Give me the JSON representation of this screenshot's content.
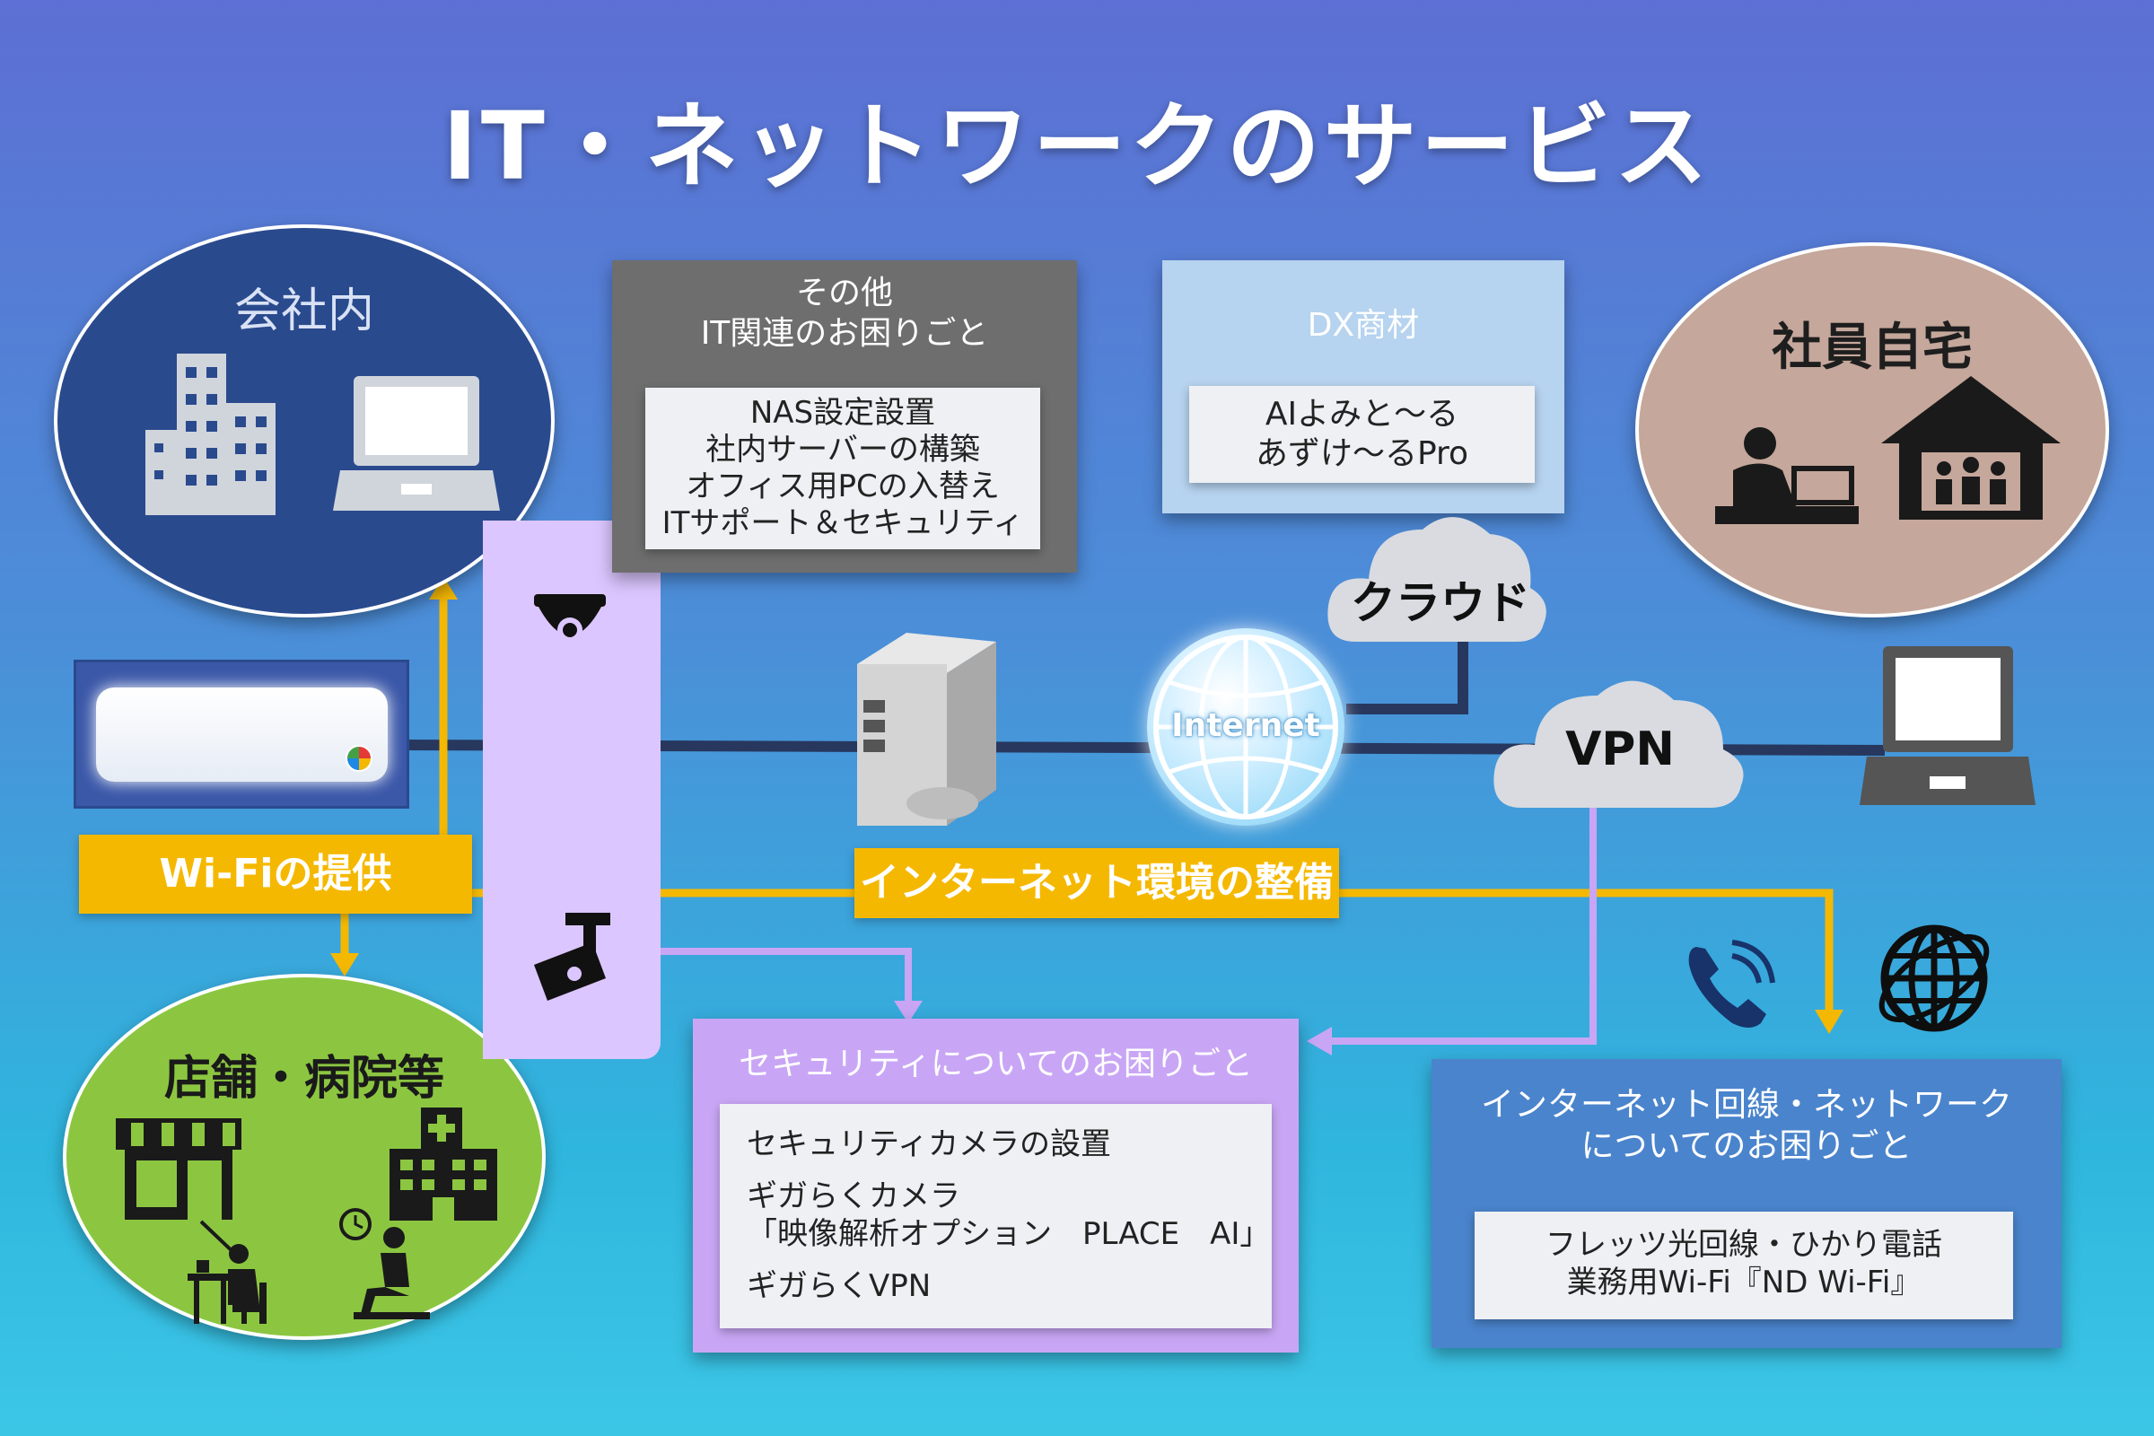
{
  "title": "IT・ネットワークのサービス",
  "office": {
    "label": "会社内"
  },
  "home": {
    "label": "社員自宅"
  },
  "stores": {
    "label": "店舗・病院等"
  },
  "other_it": {
    "title_lines": [
      "その他",
      "IT関連のお困りごと"
    ],
    "items": [
      "NAS設定設置",
      "社内サーバーの構築",
      "オフィス用PCの入替え",
      "ITサポート＆セキュリティ"
    ]
  },
  "dx": {
    "title": "DX商材",
    "items": [
      "AIよみと〜る",
      "あずけ〜るPro"
    ]
  },
  "cloud": {
    "label": "クラウド"
  },
  "internet": {
    "label": "Internet"
  },
  "vpn": {
    "label": "VPN"
  },
  "wifi": {
    "label": "Wi-Fiの提供"
  },
  "net_env": {
    "label": "インターネット環境の整備"
  },
  "security": {
    "title": "セキュリティについてのお困りごと",
    "items": [
      "セキュリティカメラの設置",
      "ギガらくカメラ",
      "「映像解析オプション　PLACE　AI」",
      "ギガらくVPN"
    ]
  },
  "net_line": {
    "title_lines": [
      "インターネット回線・ネットワーク",
      "についてのお困りごと"
    ],
    "items": [
      "フレッツ光回線・ひかり電話",
      "業務用Wi-Fi『ND Wi-Fi』"
    ]
  },
  "colors": {
    "navy": "#2a4a8e",
    "accent_yellow": "#f5b800",
    "purple": "#c9a6f5",
    "green": "#8cc641",
    "line_dark": "#27375e"
  }
}
